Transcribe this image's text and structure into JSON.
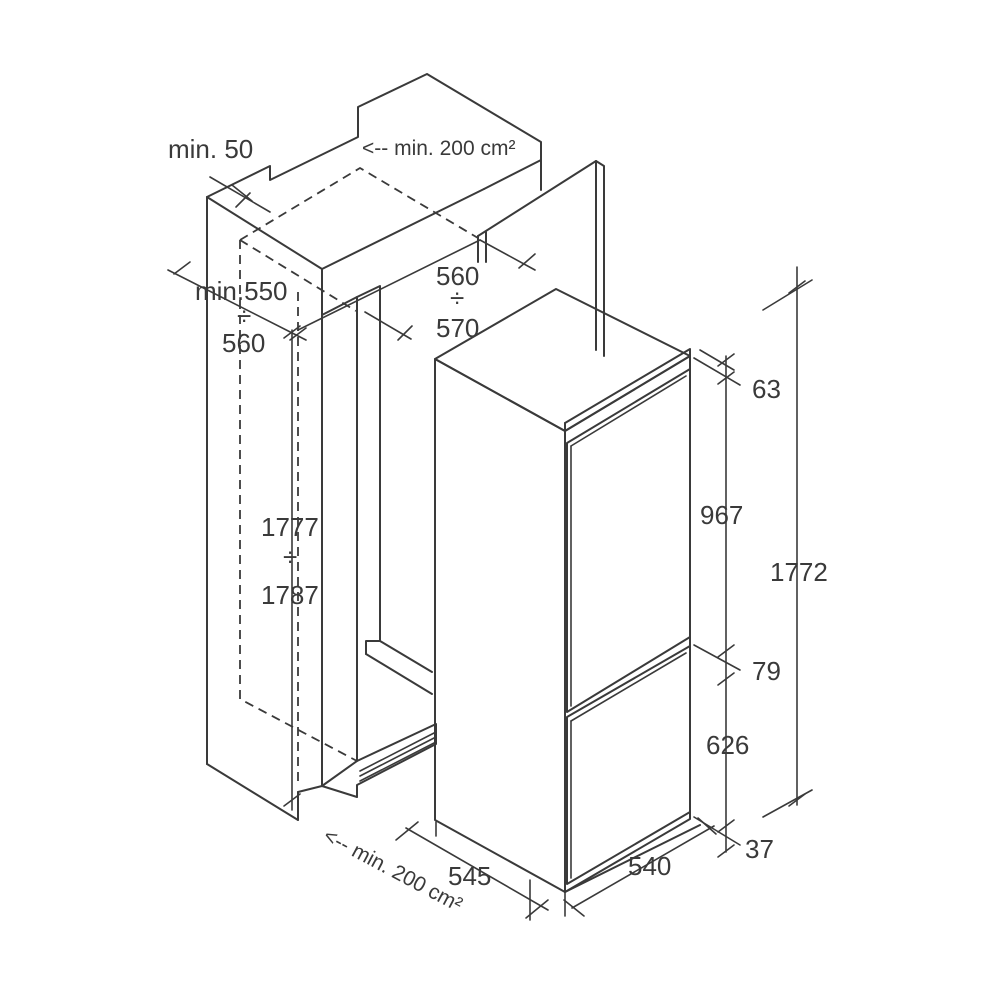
{
  "labels": {
    "min_50": "min. 50",
    "vent_top": "<-- min. 200 cm²",
    "niche_depth_a": "560",
    "div_sym_a": "÷",
    "niche_depth_b": "570",
    "niche_width_a": "min.550",
    "div_sym_b": "÷",
    "niche_width_b": "560",
    "niche_height_a": "1777",
    "div_sym_c": "÷",
    "niche_height_b": "1787",
    "dim_63": "63",
    "dim_967": "967",
    "dim_1772": "1772",
    "dim_79": "79",
    "dim_626": "626",
    "dim_37": "37",
    "dim_545": "545",
    "dim_540": "540",
    "vent_bottom": "<-- min. 200 cm²"
  }
}
